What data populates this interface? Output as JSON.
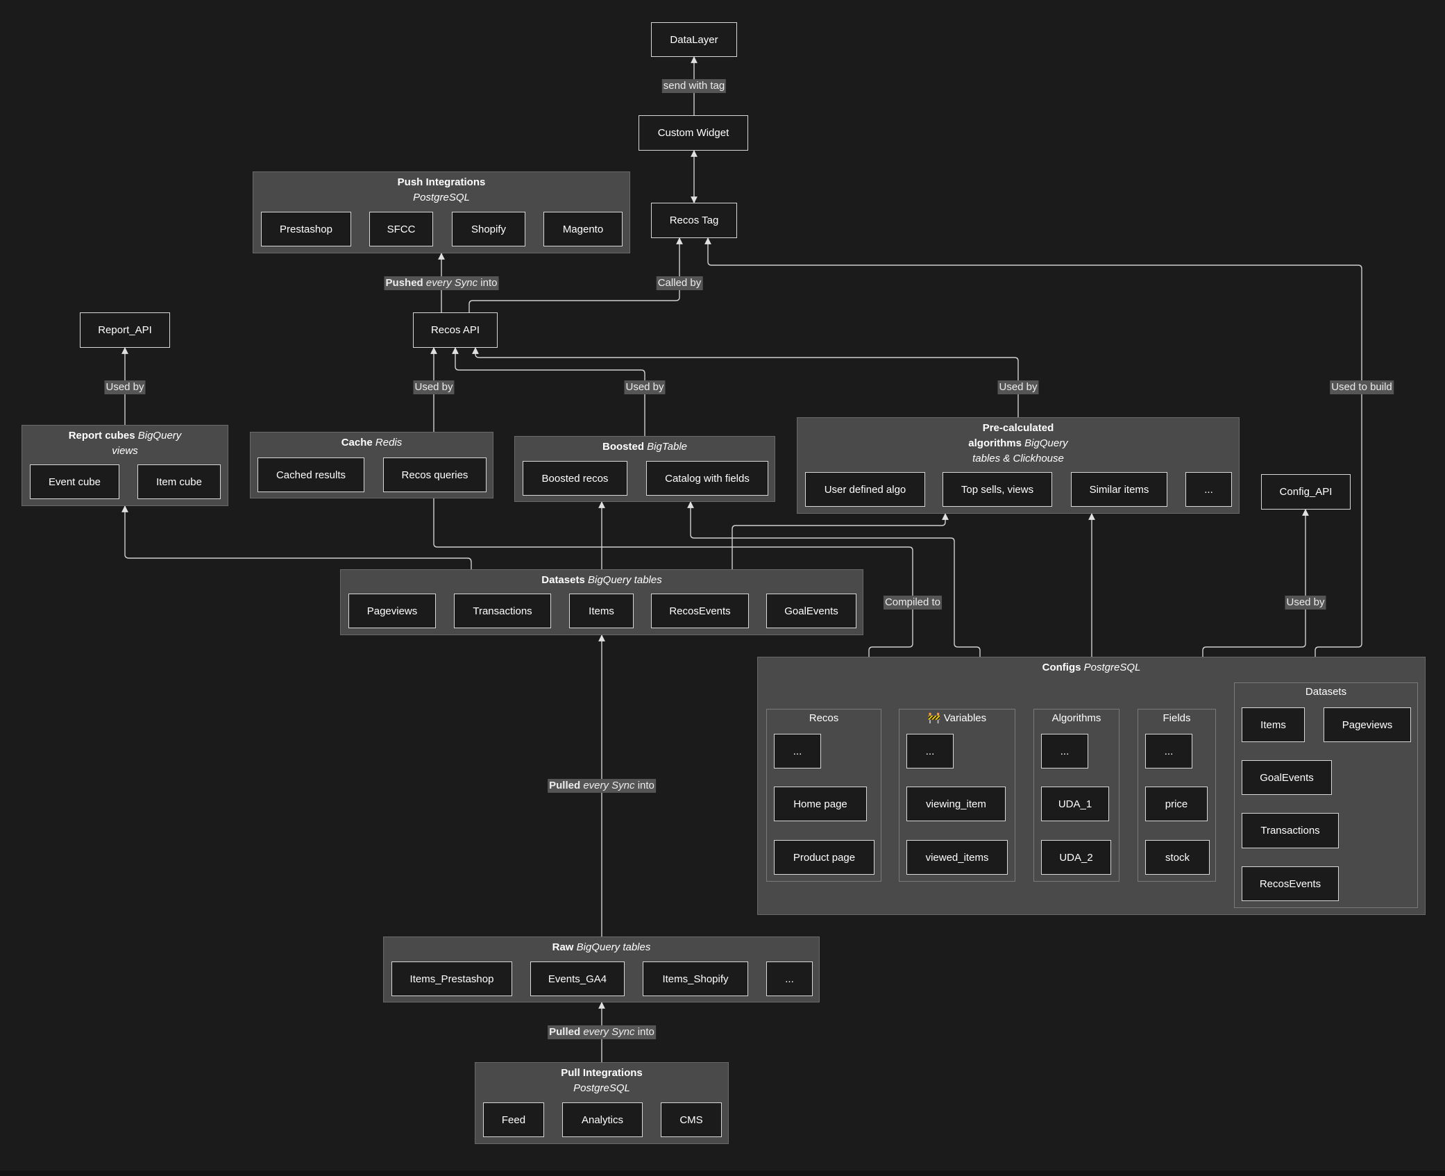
{
  "nodes": {
    "datalayer": "DataLayer",
    "custom_widget": "Custom Widget",
    "recos_tag": "Recos Tag",
    "recos_api": "Recos API",
    "report_api": "Report_API",
    "config_api": "Config_API"
  },
  "groups": {
    "push": {
      "title_bold": "Push Integrations",
      "title_italic": "PostgreSQL",
      "items": [
        "Prestashop",
        "SFCC",
        "Shopify",
        "Magento"
      ]
    },
    "report_cubes": {
      "title_bold": "Report cubes",
      "title_italic": "BigQuery",
      "title_italic2": "views",
      "items": [
        "Event cube",
        "Item cube"
      ]
    },
    "cache": {
      "title_bold": "Cache",
      "title_italic": "Redis",
      "items": [
        "Cached results",
        "Recos queries"
      ]
    },
    "boosted": {
      "title_bold": "Boosted",
      "title_italic": "BigTable",
      "items": [
        "Boosted recos",
        "Catalog with fields"
      ]
    },
    "precalc": {
      "title_bold_1": "Pre-calculated",
      "title_bold_2": "algorithms",
      "title_italic": "BigQuery",
      "title_line3": "tables & Clickhouse",
      "items": [
        "User defined algo",
        "Top sells, views",
        "Similar items",
        "..."
      ]
    },
    "datasets": {
      "title_bold": "Datasets",
      "title_italic": "BigQuery tables",
      "items": [
        "Pageviews",
        "Transactions",
        "Items",
        "RecosEvents",
        "GoalEvents"
      ]
    },
    "configs": {
      "title_bold": "Configs",
      "title_italic": "PostgreSQL",
      "recos": {
        "title": "Recos",
        "items": [
          "...",
          "Home page",
          "Product page"
        ]
      },
      "variables": {
        "title": "🚧 Variables",
        "items": [
          "...",
          "viewing_item",
          "viewed_items"
        ]
      },
      "algorithms": {
        "title": "Algorithms",
        "items": [
          "...",
          "UDA_1",
          "UDA_2"
        ]
      },
      "fields": {
        "title": "Fields",
        "items": [
          "...",
          "price",
          "stock"
        ]
      },
      "datasets": {
        "title": "Datasets",
        "items": [
          "Items",
          "Pageviews",
          "GoalEvents",
          "Transactions",
          "RecosEvents"
        ]
      }
    },
    "raw": {
      "title_bold": "Raw",
      "title_italic": "BigQuery tables",
      "items": [
        "Items_Prestashop",
        "Events_GA4",
        "Items_Shopify",
        "..."
      ]
    },
    "pull": {
      "title_bold": "Pull Integrations",
      "title_italic": "PostgreSQL",
      "items": [
        "Feed",
        "Analytics",
        "CMS"
      ]
    }
  },
  "edge_labels": {
    "send_with_tag": "send with tag",
    "pushed_bold": "Pushed",
    "pushed_italic": "every Sync",
    "pushed_tail": "into",
    "called_by": "Called by",
    "used_by_report": "Used by",
    "used_by_cache": "Used by",
    "used_by_boosted": "Used by",
    "used_by_precalc": "Used by",
    "used_to_build": "Used to build",
    "compiled_to": "Compiled to",
    "used_by_config": "Used by",
    "pulled_bold": "Pulled",
    "pulled_italic": "every Sync",
    "pulled_tail": "into",
    "pulled2_bold": "Pulled",
    "pulled2_italic": "every Sync",
    "pulled2_tail": "into"
  },
  "colors": {
    "background": "#1b1b1b",
    "group_fill": "#4a4a4a",
    "node_fill": "#1b1b1b",
    "node_border": "#d8d8d8",
    "edge": "#d0d0d0",
    "label_fill": "#555555"
  }
}
